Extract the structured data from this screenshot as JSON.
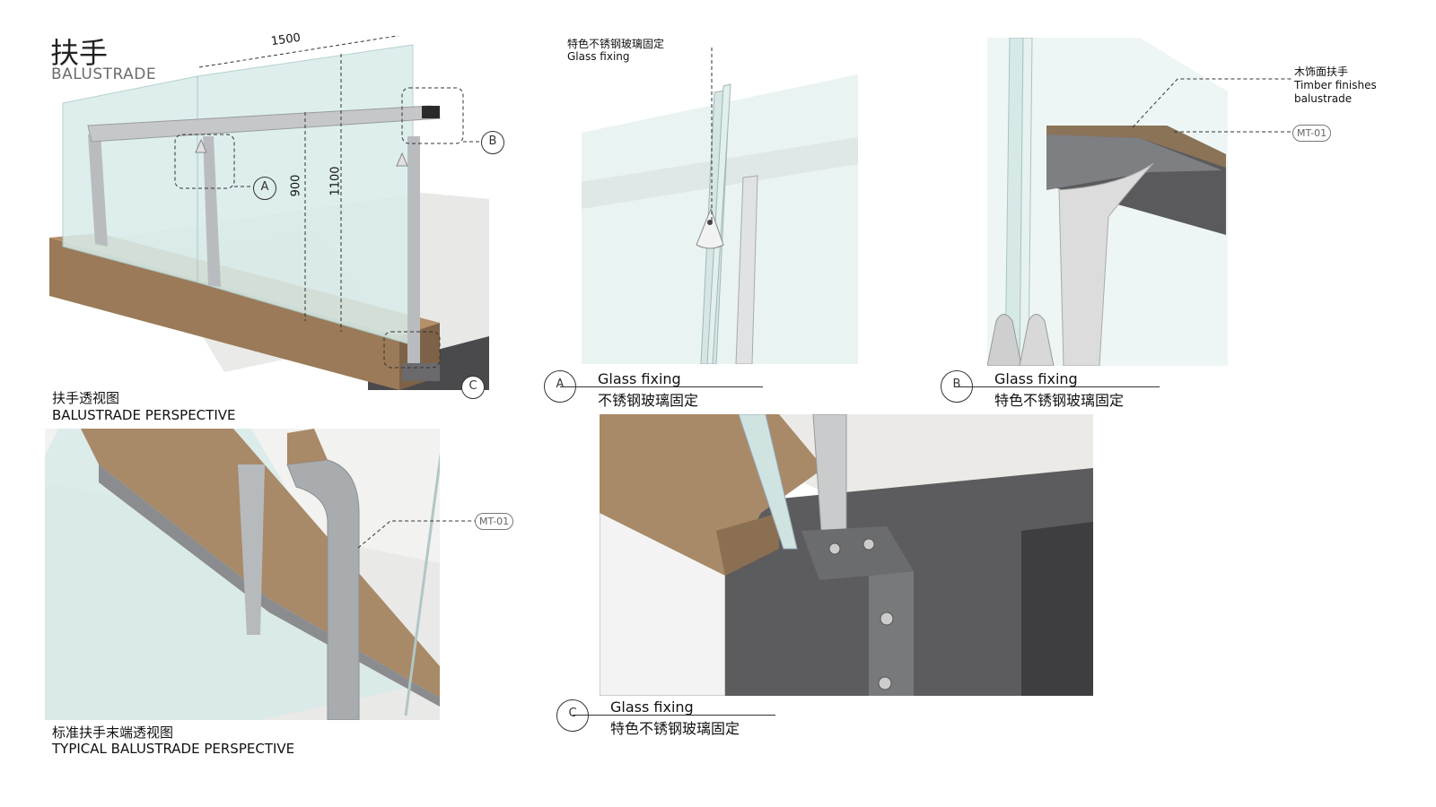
{
  "header": {
    "title_cn": "扶手",
    "title_en": "BALUSTRADE"
  },
  "perspective": {
    "caption_cn": "扶手透视图",
    "caption_en": "BALUSTRADE PERSPECTIVE",
    "dim_width": "1500",
    "dim_rail_height": "900",
    "dim_glass_height": "1100",
    "marker_a": "A",
    "marker_b": "B",
    "marker_c": "C"
  },
  "detail_a": {
    "label_cn": "特色不锈钢玻璃固定",
    "label_en": "Glass fixing",
    "marker": "A",
    "title": "Glass fixing",
    "subtitle": "不锈钢玻璃固定"
  },
  "detail_b": {
    "label_cn": "木饰面扶手",
    "label_en_1": "Timber finishes",
    "label_en_2": "balustrade",
    "tag": "MT-01",
    "marker": "B",
    "title": "Glass fixing",
    "subtitle": "特色不锈钢玻璃固定"
  },
  "typical": {
    "caption_cn": "标准扶手末端透视图",
    "caption_en": "TYPICAL BALUSTRADE PERSPECTIVE",
    "tag": "MT-01"
  },
  "detail_c": {
    "marker": "C",
    "title": "Glass fixing",
    "subtitle": "特色不锈钢玻璃固定"
  },
  "colors": {
    "timber": "#9a7a58",
    "steel": "#b9bcbf",
    "glass": "#d8ecea",
    "dark_steel": "#5b5b5d"
  }
}
